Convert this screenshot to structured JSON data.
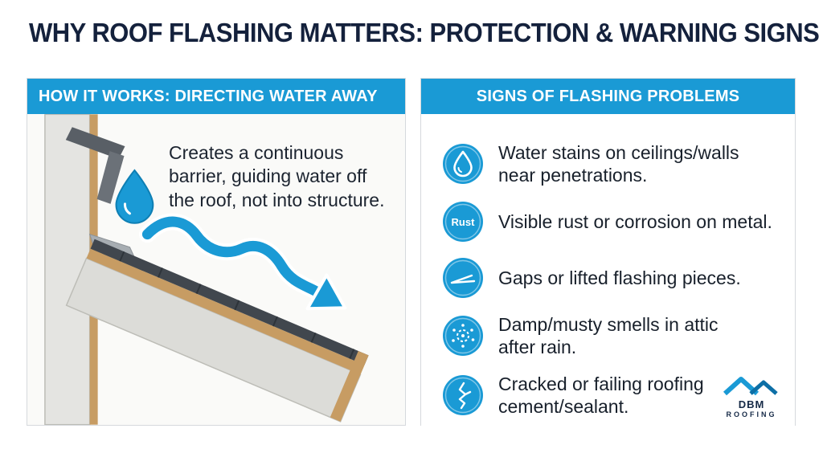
{
  "title": "WHY ROOF FLASHING MATTERS: PROTECTION & WARNING SIGNS",
  "colors": {
    "accent_blue": "#1a9ad5",
    "navy_text": "#14213c",
    "wood_tan": "#c79c63",
    "flashing_gray": "#595f66"
  },
  "left_panel": {
    "header": "HOW IT WORKS: DIRECTING WATER AWAY",
    "description": "Creates a continuous\nbarrier, guiding water off\nthe roof, not into structure."
  },
  "right_panel": {
    "header": "SIGNS OF FLASHING PROBLEMS",
    "items": [
      {
        "icon": "water-drop-icon",
        "text": "Water stains on ceilings/walls\nnear penetrations."
      },
      {
        "icon": "rust-icon",
        "icon_label": "Rust",
        "text": "Visible rust or corrosion on metal."
      },
      {
        "icon": "lifted-flashing-icon",
        "text": "Gaps or lifted flashing pieces."
      },
      {
        "icon": "musty-smell-icon",
        "text": "Damp/musty smells in attic\nafter rain."
      },
      {
        "icon": "cracked-sealant-icon",
        "text": "Cracked or failing roofing\ncement/sealant."
      }
    ]
  },
  "logo": {
    "line1": "DBM",
    "line2": "ROOFING"
  }
}
